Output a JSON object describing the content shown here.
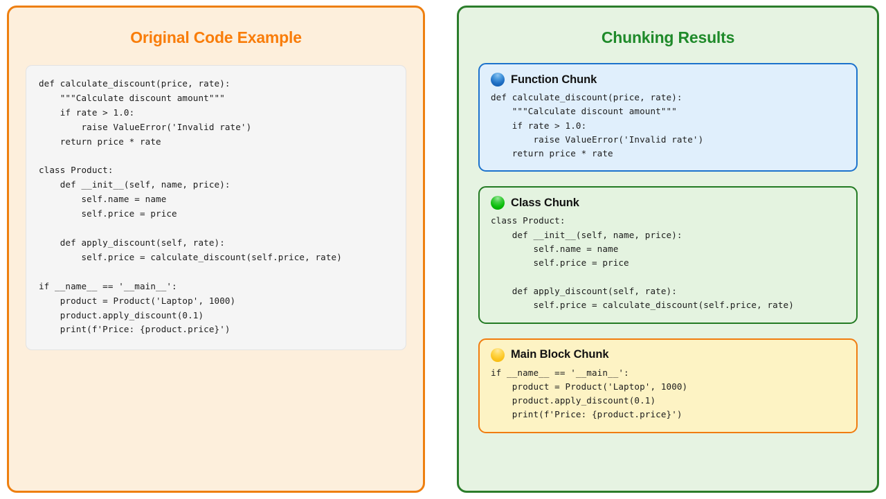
{
  "colors": {
    "left_border": "#ee7f10",
    "left_bg": "#fdefdc",
    "left_title": "#f97d0a",
    "right_border": "#2b7d2b",
    "right_bg": "#e6f3e2",
    "right_title": "#1f8a2a",
    "function_chunk_border": "#1c72cc",
    "function_chunk_bg": "#e0effc",
    "class_chunk_border": "#237a23",
    "class_chunk_bg": "#e4f3e0",
    "main_chunk_border": "#f07c10",
    "main_chunk_bg": "#fdf3c4",
    "code_card_bg": "#f5f5f5"
  },
  "left_panel": {
    "title": "Original Code Example",
    "code": "def calculate_discount(price, rate):\n    \"\"\"Calculate discount amount\"\"\"\n    if rate > 1.0:\n        raise ValueError('Invalid rate')\n    return price * rate\n\nclass Product:\n    def __init__(self, name, price):\n        self.name = name\n        self.price = price\n\n    def apply_discount(self, rate):\n        self.price = calculate_discount(self.price, rate)\n\nif __name__ == '__main__':\n    product = Product('Laptop', 1000)\n    product.apply_discount(0.1)\n    print(f'Price: {product.price}')"
  },
  "right_panel": {
    "title": "Chunking Results",
    "chunks": [
      {
        "icon": "blue-circle-icon",
        "title": "Function Chunk",
        "code": "def calculate_discount(price, rate):\n    \"\"\"Calculate discount amount\"\"\"\n    if rate > 1.0:\n        raise ValueError('Invalid rate')\n    return price * rate"
      },
      {
        "icon": "green-circle-icon",
        "title": "Class Chunk",
        "code": "class Product:\n    def __init__(self, name, price):\n        self.name = name\n        self.price = price\n\n    def apply_discount(self, rate):\n        self.price = calculate_discount(self.price, rate)"
      },
      {
        "icon": "yellow-circle-icon",
        "title": "Main Block Chunk",
        "code": "if __name__ == '__main__':\n    product = Product('Laptop', 1000)\n    product.apply_discount(0.1)\n    print(f'Price: {product.price}')"
      }
    ]
  }
}
